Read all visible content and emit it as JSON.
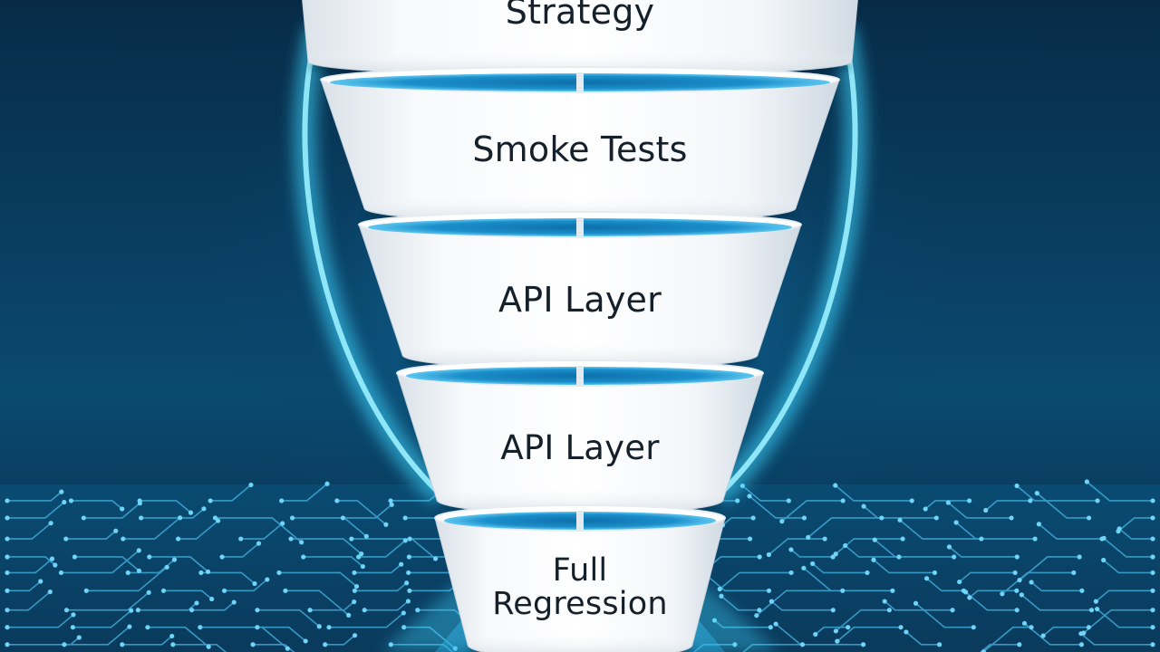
{
  "funnel": {
    "stages": [
      {
        "label": "Strategy"
      },
      {
        "label": "Smoke Tests"
      },
      {
        "label": "API Layer"
      },
      {
        "label": "API Layer"
      },
      {
        "label_lines": [
          "Full",
          "Regression"
        ]
      }
    ]
  },
  "colors": {
    "background_dark": "#062a44",
    "glow": "#3fd6ff",
    "stage_fill": "#f4f6f8",
    "stage_rim": "#1c8fc9",
    "text": "#15202b"
  }
}
